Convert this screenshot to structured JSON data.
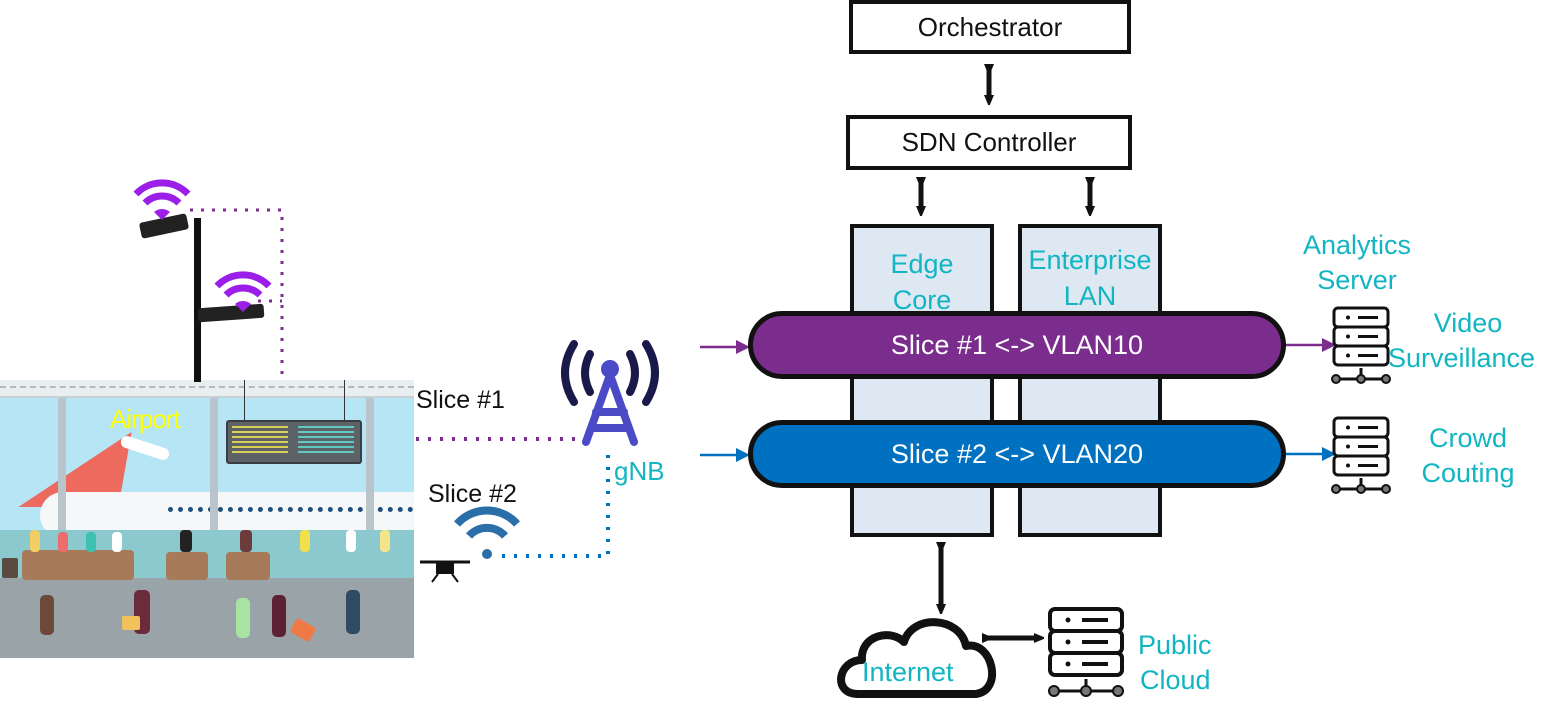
{
  "scene": {
    "airport_label": "Airport",
    "slice1_label": "Slice #1",
    "slice2_label": "Slice #2",
    "gnb_label": "gNB"
  },
  "control": {
    "orchestrator": "Orchestrator",
    "sdn_controller": "SDN Controller"
  },
  "columns": [
    {
      "line1": "Edge",
      "line2": "Core"
    },
    {
      "line1": "Enterprise",
      "line2": "LAN"
    }
  ],
  "slices": [
    {
      "label": "Slice #1 <-> VLAN10",
      "color": "#7b2d8e"
    },
    {
      "label": "Slice #2 <-> VLAN20",
      "color": "#0070c0"
    }
  ],
  "servers": {
    "analytics_title_1": "Analytics",
    "analytics_title_2": "Server",
    "video_1": "Video",
    "video_2": "Surveillance",
    "crowd_1": "Crowd",
    "crowd_2": "Couting",
    "public_1": "Public",
    "public_2": "Cloud"
  },
  "internet_label": "Internet",
  "colors": {
    "accent_teal": "#12b5c2",
    "slice1": "#7b2d8e",
    "slice2": "#0070c0",
    "wifi_purple": "#9b1fe8",
    "gnb_tower": "#4b4bc8"
  }
}
